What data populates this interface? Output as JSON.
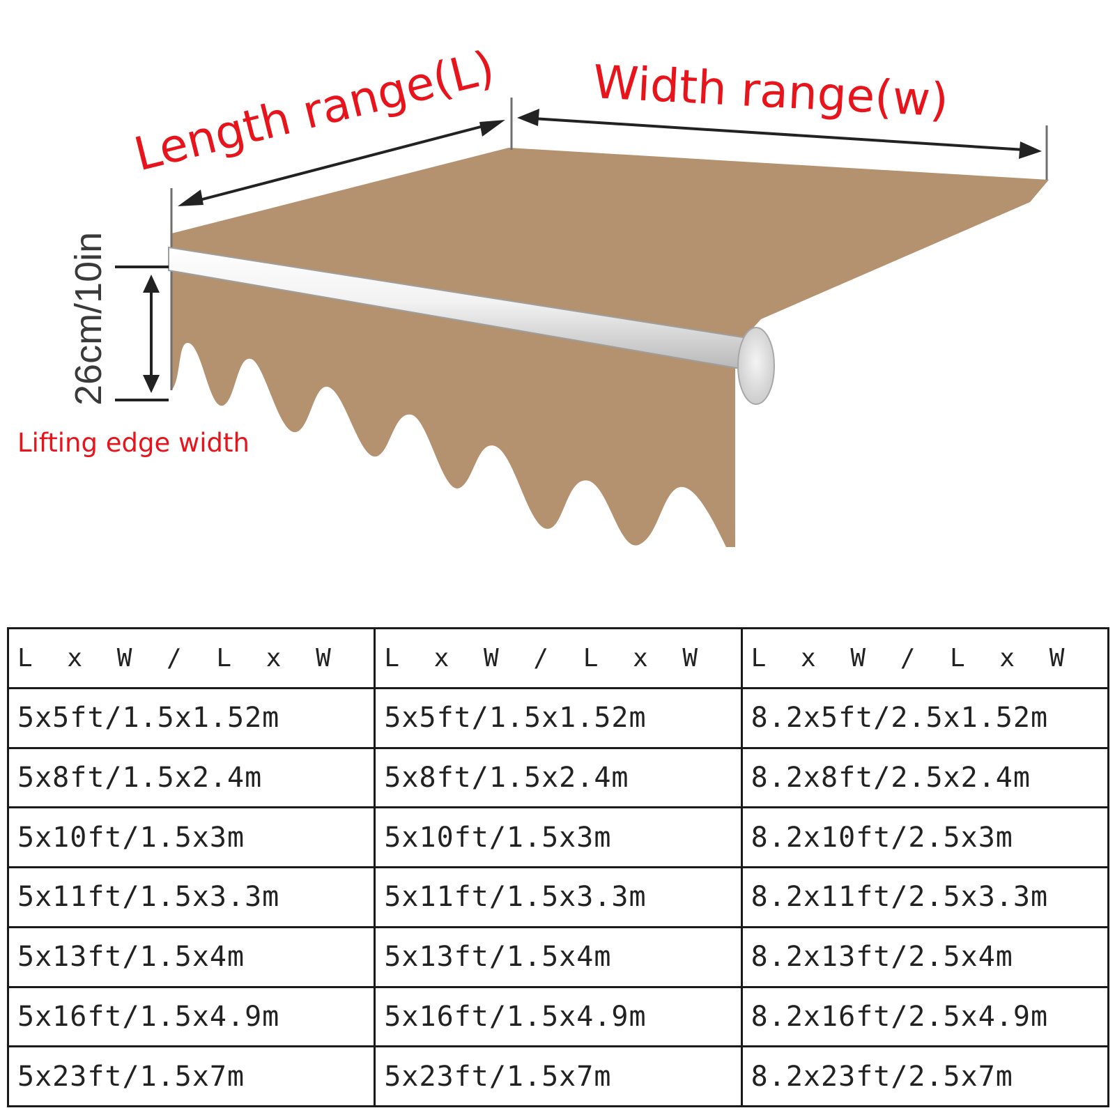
{
  "diagram": {
    "length_label": "Length range(L)",
    "width_label": "Width range(w)",
    "height_label": "26cm/10in",
    "lift_label": "Lifting edge width",
    "colors": {
      "fabric": "#b5926f",
      "label_red": "#e8141b",
      "bar": "#eeeeee",
      "line": "#222222"
    }
  },
  "table": {
    "header": [
      "L x W / L x W",
      "L x W / L x W",
      "L x W / L x W"
    ],
    "rows": [
      [
        "5x5ft/1.5x1.52m",
        "5x5ft/1.5x1.52m",
        "8.2x5ft/2.5x1.52m"
      ],
      [
        "5x8ft/1.5x2.4m",
        "5x8ft/1.5x2.4m",
        "8.2x8ft/2.5x2.4m"
      ],
      [
        "5x10ft/1.5x3m",
        "5x10ft/1.5x3m",
        "8.2x10ft/2.5x3m"
      ],
      [
        "5x11ft/1.5x3.3m",
        "5x11ft/1.5x3.3m",
        "8.2x11ft/2.5x3.3m"
      ],
      [
        "5x13ft/1.5x4m",
        "5x13ft/1.5x4m",
        "8.2x13ft/2.5x4m"
      ],
      [
        "5x16ft/1.5x4.9m",
        "5x16ft/1.5x4.9m",
        "8.2x16ft/2.5x4.9m"
      ],
      [
        "5x23ft/1.5x7m",
        "5x23ft/1.5x7m",
        "8.2x23ft/2.5x7m"
      ]
    ]
  }
}
